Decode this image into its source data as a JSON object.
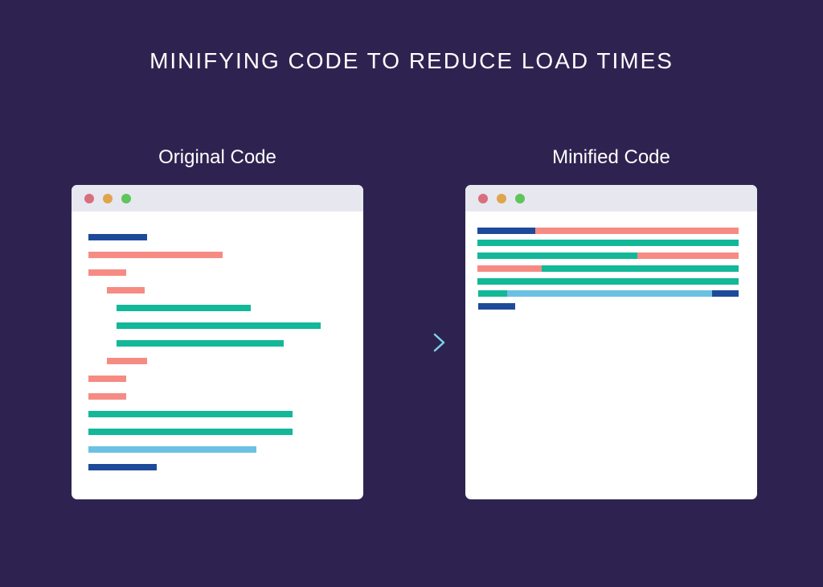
{
  "title": "MINIFYING CODE TO REDUCE LOAD TIMES",
  "original": {
    "label": "Original Code"
  },
  "minified": {
    "label": "Minified Code"
  },
  "colors": {
    "background": "#2e2350",
    "dot_red": "#d76f7c",
    "dot_orange": "#e0a44c",
    "dot_green": "#5ec55a",
    "navy": "#1e4a9a",
    "salmon": "#f68b84",
    "teal": "#12b898",
    "sky": "#6ac1e3",
    "arrow": "#7fd0e8"
  }
}
